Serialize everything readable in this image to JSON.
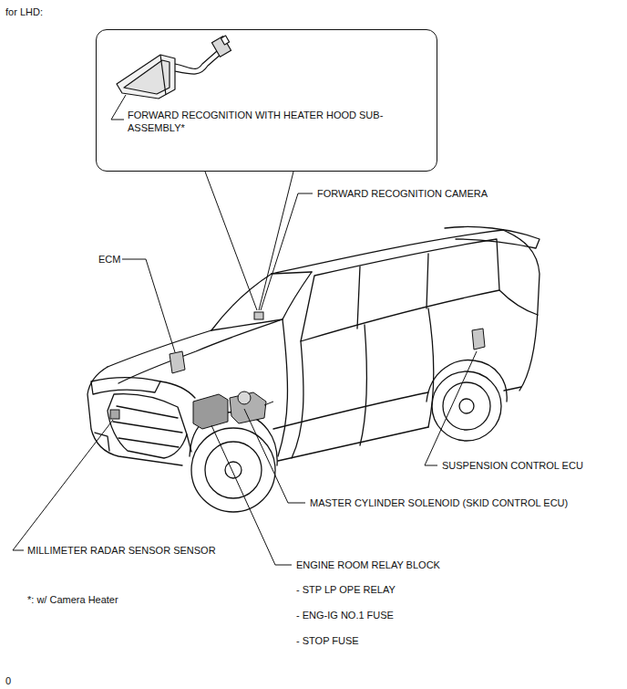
{
  "diagram": {
    "title": "for LHD:",
    "nodes": [
      {
        "text": [
          "FORWARD RECOGNITION WITH HEATER HOOD SUB-ASSEMBLY*"
        ]
      }
    ],
    "edges": [],
    "labels": [
      "FORWARD RECOGNITION CAMERA",
      "ECM",
      "SUSPENSION CONTROL ECU",
      "MASTER CYLINDER SOLENOID (SKID CONTROL ECU)",
      "MILLIMETER RADAR SENSOR SENSOR",
      "ENGINE ROOM RELAY BLOCK",
      "- STP LP OPE RELAY",
      "- ENG-IG NO.1 FUSE",
      "- STOP FUSE",
      "*: w/ Camera Heater",
      "0"
    ]
  }
}
